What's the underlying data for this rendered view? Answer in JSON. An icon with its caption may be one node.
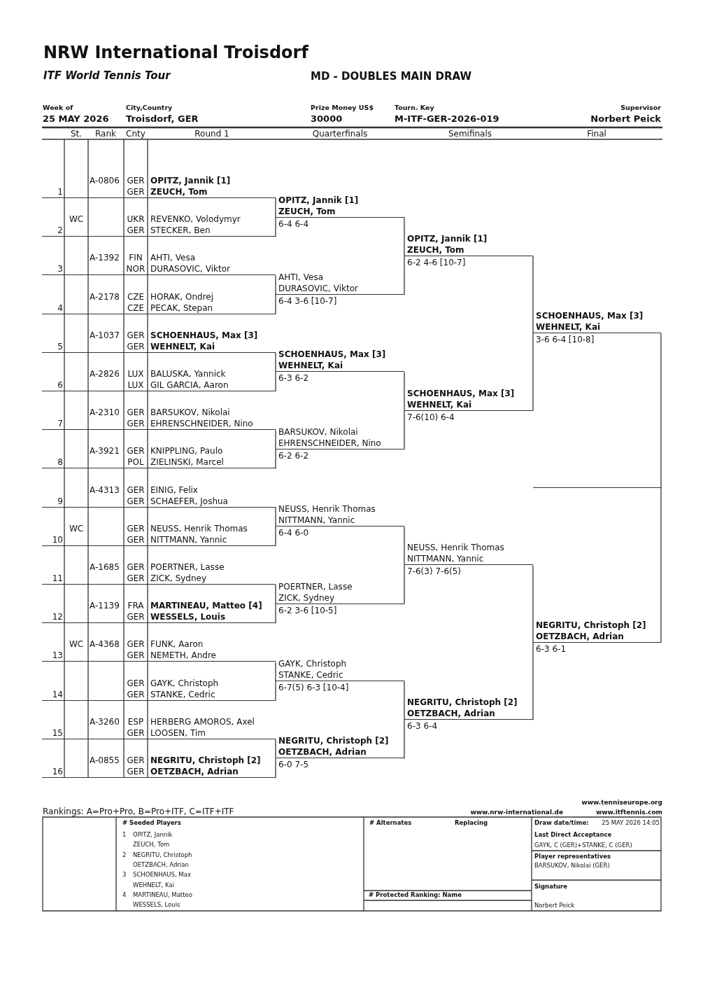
{
  "diagram": {
    "title": "NRW International Troisdorf",
    "nodes": [
      {
        "text": [
          "A-0806",
          "GER",
          "OPITZ, Jannik [1]",
          "1",
          "GER",
          "ZEUCH, Tom"
        ]
      },
      {
        "text": [
          "WC",
          "UKR",
          "REVENKO, Volodymyr",
          "2",
          "GER",
          "STECKER, Ben"
        ]
      },
      {
        "text": [
          "A-1392",
          "FIN",
          "AHTI, Vesa",
          "3",
          "NOR",
          "DURASOVIC, Viktor"
        ]
      },
      {
        "text": [
          "A-2178",
          "CZE",
          "HORAK, Ondrej",
          "4",
          "CZE",
          "PECAK, Stepan"
        ]
      },
      {
        "text": [
          "A-1037",
          "GER",
          "SCHOENHAUS, Max [3]",
          "5",
          "GER",
          "WEHNELT, Kai"
        ]
      },
      {
        "text": [
          "A-2826",
          "LUX",
          "BALUSKA, Yannick",
          "6",
          "LUX",
          "GIL GARCIA, Aaron"
        ]
      },
      {
        "text": [
          "A-2310",
          "GER",
          "BARSUKOV, Nikolai",
          "7",
          "GER",
          "EHRENSCHNEIDER, Nino"
        ]
      },
      {
        "text": [
          "A-3921",
          "GER",
          "KNIPPLING, Paulo",
          "8",
          "POL",
          "ZIELINSKI, Marcel"
        ]
      },
      {
        "text": [
          "A-4313",
          "GER",
          "EINIG, Felix",
          "9",
          "GER",
          "SCHAEFER, Joshua"
        ]
      },
      {
        "text": [
          "WC",
          "GER",
          "NEUSS, Henrik Thomas",
          "10",
          "GER",
          "NITTMANN, Yannic"
        ]
      },
      {
        "text": [
          "A-1685",
          "GER",
          "POERTNER, Lasse",
          "11",
          "GER",
          "ZICK, Sydney"
        ]
      },
      {
        "text": [
          "A-1139",
          "FRA",
          "MARTINEAU, Matteo [4]",
          "12",
          "GER",
          "WESSELS, Louis"
        ]
      },
      {
        "text": [
          "WC",
          "A-4368",
          "GER",
          "FUNK, Aaron",
          "13",
          "GER",
          "NEMETH, Andre"
        ]
      },
      {
        "text": [
          "GER",
          "GAYK, Christoph",
          "14",
          "GER",
          "STANKE, Cedric"
        ]
      },
      {
        "text": [
          "A-3260",
          "ESP",
          "HERBERG AMOROS, Axel",
          "15",
          "GER",
          "LOOSEN, Tim"
        ]
      },
      {
        "text": [
          "A-0855",
          "GER",
          "NEGRITU, Christoph [2]",
          "16",
          "GER",
          "OETZBACH, Adrian"
        ]
      },
      {
        "text": [
          "OPITZ, Jannik [1]",
          "ZEUCH, Tom"
        ],
        "beside": [
          "6-4 6-4"
        ]
      },
      {
        "text": [
          "AHTI, Vesa",
          "DURASOVIC, Viktor"
        ],
        "beside": [
          "6-4 3-6 [10-7]"
        ]
      },
      {
        "text": [
          "SCHOENHAUS, Max [3]",
          "WEHNELT, Kai"
        ],
        "beside": [
          "6-3 6-2"
        ]
      },
      {
        "text": [
          "BARSUKOV, Nikolai",
          "EHRENSCHNEIDER, Nino"
        ],
        "beside": [
          "6-2 6-2"
        ]
      },
      {
        "text": [
          "NEUSS, Henrik Thomas",
          "NITTMANN, Yannic"
        ],
        "beside": [
          "6-4 6-0"
        ]
      },
      {
        "text": [
          "POERTNER, Lasse",
          "ZICK, Sydney"
        ],
        "beside": [
          "6-2 3-6 [10-5]"
        ]
      },
      {
        "text": [
          "GAYK, Christoph",
          "STANKE, Cedric"
        ],
        "beside": [
          "6-7(5) 6-3 [10-4]"
        ]
      },
      {
        "text": [
          "NEGRITU, Christoph [2]",
          "OETZBACH, Adrian"
        ],
        "beside": [
          "6-0 7-5"
        ]
      },
      {
        "text": [
          "OPITZ, Jannik [1]",
          "ZEUCH, Tom"
        ],
        "beside": [
          "6-2 4-6 [10-7]"
        ]
      },
      {
        "text": [
          "SCHOENHAUS, Max [3]",
          "WEHNELT, Kai"
        ],
        "beside": [
          "7-6(10) 6-4"
        ]
      },
      {
        "text": [
          "NEUSS, Henrik Thomas",
          "NITTMANN, Yannic"
        ],
        "beside": [
          "7-6(3) 7-6(5)"
        ]
      },
      {
        "text": [
          "NEGRITU, Christoph [2]",
          "OETZBACH, Adrian"
        ],
        "beside": [
          "6-3 6-4"
        ]
      },
      {
        "text": [
          "SCHOENHAUS, Max [3]",
          "WEHNELT, Kai"
        ],
        "beside": [
          "3-6 6-4 [10-8]"
        ]
      },
      {
        "text": [
          "NEGRITU, Christoph [2]",
          "OETZBACH, Adrian"
        ],
        "beside": [
          "6-3 6-1"
        ]
      },
      {
        "text": [],
        "shape": "line"
      }
    ],
    "edges": [
      {
        "from": 0,
        "to": 16,
        "arrow": "none"
      },
      {
        "from": 1,
        "to": 16,
        "arrow": "none"
      },
      {
        "from": 2,
        "to": 17,
        "arrow": "none"
      },
      {
        "from": 3,
        "to": 17,
        "arrow": "none"
      },
      {
        "from": 4,
        "to": 18,
        "arrow": "none"
      },
      {
        "from": 5,
        "to": 18,
        "arrow": "none"
      },
      {
        "from": 6,
        "to": 19,
        "arrow": "none"
      },
      {
        "from": 7,
        "to": 19,
        "arrow": "none"
      },
      {
        "from": 8,
        "to": 20,
        "arrow": "none"
      },
      {
        "from": 9,
        "to": 20,
        "arrow": "none"
      },
      {
        "from": 10,
        "to": 21,
        "arrow": "none"
      },
      {
        "from": 11,
        "to": 21,
        "arrow": "none"
      },
      {
        "from": 12,
        "to": 22,
        "arrow": "none"
      },
      {
        "from": 13,
        "to": 22,
        "arrow": "none"
      },
      {
        "from": 14,
        "to": 23,
        "arrow": "none"
      },
      {
        "from": 15,
        "to": 23,
        "arrow": "none"
      },
      {
        "from": 16,
        "to": 24,
        "arrow": "none"
      },
      {
        "from": 17,
        "to": 24,
        "arrow": "none"
      },
      {
        "from": 18,
        "to": 25,
        "arrow": "none"
      },
      {
        "from": 19,
        "to": 25,
        "arrow": "none"
      },
      {
        "from": 20,
        "to": 26,
        "arrow": "none"
      },
      {
        "from": 21,
        "to": 26,
        "arrow": "none"
      },
      {
        "from": 22,
        "to": 27,
        "arrow": "none"
      },
      {
        "from": 23,
        "to": 27,
        "arrow": "none"
      },
      {
        "from": 24,
        "to": 28,
        "arrow": "none"
      },
      {
        "from": 25,
        "to": 28,
        "arrow": "none"
      },
      {
        "from": 26,
        "to": 29,
        "arrow": "none"
      },
      {
        "from": 27,
        "to": 29,
        "arrow": "none"
      },
      {
        "from": 28,
        "to": 30,
        "arrow": "none"
      },
      {
        "from": 29,
        "to": 30,
        "arrow": "none"
      }
    ],
    "labels": [
      "ITF World Tennis Tour",
      "MD - DOUBLES MAIN DRAW",
      "Week of",
      "25 MAY 2026",
      "City,Country",
      "Troisdorf, GER",
      "Prize Money US$",
      "30000",
      "Tourn. Key",
      "M-ITF-GER-2026-019",
      "Supervisor",
      "Norbert Peick",
      "St.",
      "Rank",
      "Cnty",
      "Round 1",
      "Quarterfinals",
      "Semifinals",
      "Final",
      "www.tenniseurope.org",
      "Rankings: A=Pro+Pro, B=Pro+ITF, C=ITF+ITF",
      "www.nrw-international.de",
      "www.itftennis.com",
      "# Seeded Players",
      "1",
      "OPITZ, Jannik",
      "ZEUCH, Tom",
      "2",
      "NEGRITU, Christoph",
      "OETZBACH, Adrian",
      "3",
      "SCHOENHAUS, Max",
      "WEHNELT, Kai",
      "4",
      "MARTINEAU, Matteo",
      "WESSELS, Louis",
      "# Alternates",
      "Replacing",
      "# Protected Ranking: Name",
      "Draw date/time:",
      "25 MAY 2026 14:05",
      "Last Direct Acceptance",
      "GAYK, C (GER)+STANKE, C (GER)",
      "Player representatives",
      "BARSUKOV, Nikolai (GER)",
      "Signature",
      "Norbert Peick"
    ]
  }
}
